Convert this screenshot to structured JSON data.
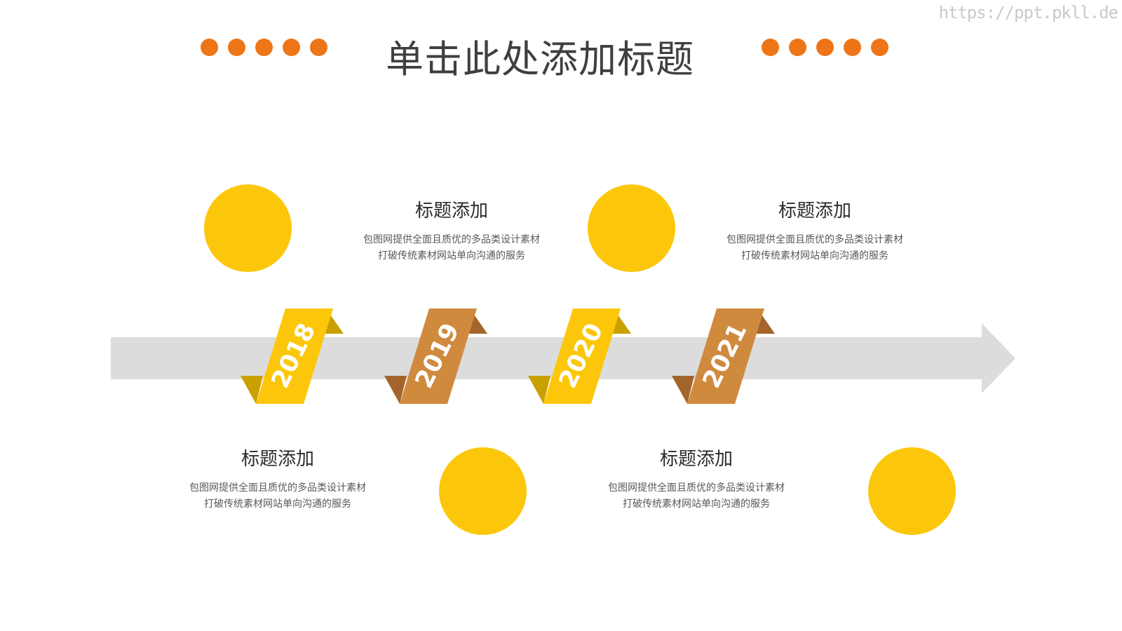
{
  "watermark": "https://ppt.pkll.de",
  "title": "单击此处添加标题",
  "colors": {
    "accent": "#ed7517",
    "circle": "#fcc70a",
    "ribbon_yellow": "#fcc70a",
    "ribbon_yellow_dark": "#c9a000",
    "ribbon_brown": "#cf8a3e",
    "ribbon_brown_dark": "#a3652b",
    "arrow": "#dcdcdc"
  },
  "timeline": {
    "milestones": [
      {
        "year": "2018",
        "style": "yellow"
      },
      {
        "year": "2019",
        "style": "brown"
      },
      {
        "year": "2020",
        "style": "yellow"
      },
      {
        "year": "2021",
        "style": "brown"
      }
    ]
  },
  "items": [
    {
      "heading": "标题添加",
      "line1": "包图网提供全面且质优的多品类设计素材",
      "line2": "打破传统素材网站单向沟通的服务"
    },
    {
      "heading": "标题添加",
      "line1": "包图网提供全面且质优的多品类设计素材",
      "line2": "打破传统素材网站单向沟通的服务"
    },
    {
      "heading": "标题添加",
      "line1": "包图网提供全面且质优的多品类设计素材",
      "line2": "打破传统素材网站单向沟通的服务"
    },
    {
      "heading": "标题添加",
      "line1": "包图网提供全面且质优的多品类设计素材",
      "line2": "打破传统素材网站单向沟通的服务"
    }
  ]
}
